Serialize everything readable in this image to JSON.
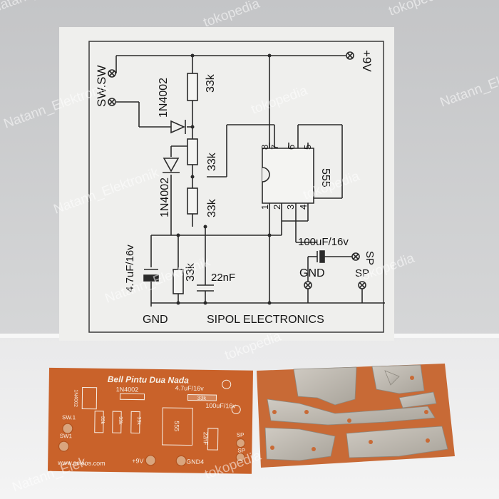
{
  "schematic": {
    "labels": {
      "sw": "SW.SW",
      "diode1": "1N4002",
      "diode2": "1N4002",
      "r1": "33k",
      "r2": "33k",
      "r3": "33k",
      "r4": "33k",
      "vcc": "+9V",
      "cap_elec": "4.7uF/16v",
      "cap_ceramic": "22nF",
      "cap_out": "100uF/16v",
      "ic": "555",
      "pin8": "8",
      "pin7": "7",
      "pin6": "6",
      "pin5": "5",
      "pin1": "1",
      "pin2": "2",
      "pin3": "3",
      "pin4": "4",
      "gnd_left": "GND",
      "gnd_right": "GND",
      "sp1": "SP",
      "sp2": "SP",
      "footer": "SIPOL ELECTRONICS"
    }
  },
  "pcb_front": {
    "title": "Bell Pintu Dua Nada",
    "diode": "1N4002",
    "diode_side": "1N4002",
    "cap1": "4.7uF/16v",
    "res": "33k",
    "cap2": "100uF/16v",
    "r_a": "33k",
    "r_b": "33k",
    "r_c": "33k",
    "ic": "555",
    "cap3": "22nF",
    "sw1": "SW.1",
    "sw2": "SW1",
    "sp1": "SP",
    "sp2": "SP",
    "website": "www.sekios.com",
    "vcc": "+9V",
    "gnd": "GND4"
  },
  "watermarks": {
    "w1": "Natann_Elektronik",
    "w2": "tokopedia",
    "w3": "Natann_Elektronik",
    "w4": "tokopedia",
    "w5": "Natann_Elektronik",
    "w6": "tokopedia",
    "w7": "Natann_Elektronik",
    "w8": "tokopedia",
    "w9": "Natann_Elektronik",
    "w10": "tokopedia",
    "w11": "tokopedia",
    "w12": "Natann_Elek",
    "w13": "tokopedia"
  },
  "colors": {
    "pcb_orange": "#c9622a",
    "copper_silver": "#b9b4ab",
    "paper": "#eeeeec"
  }
}
